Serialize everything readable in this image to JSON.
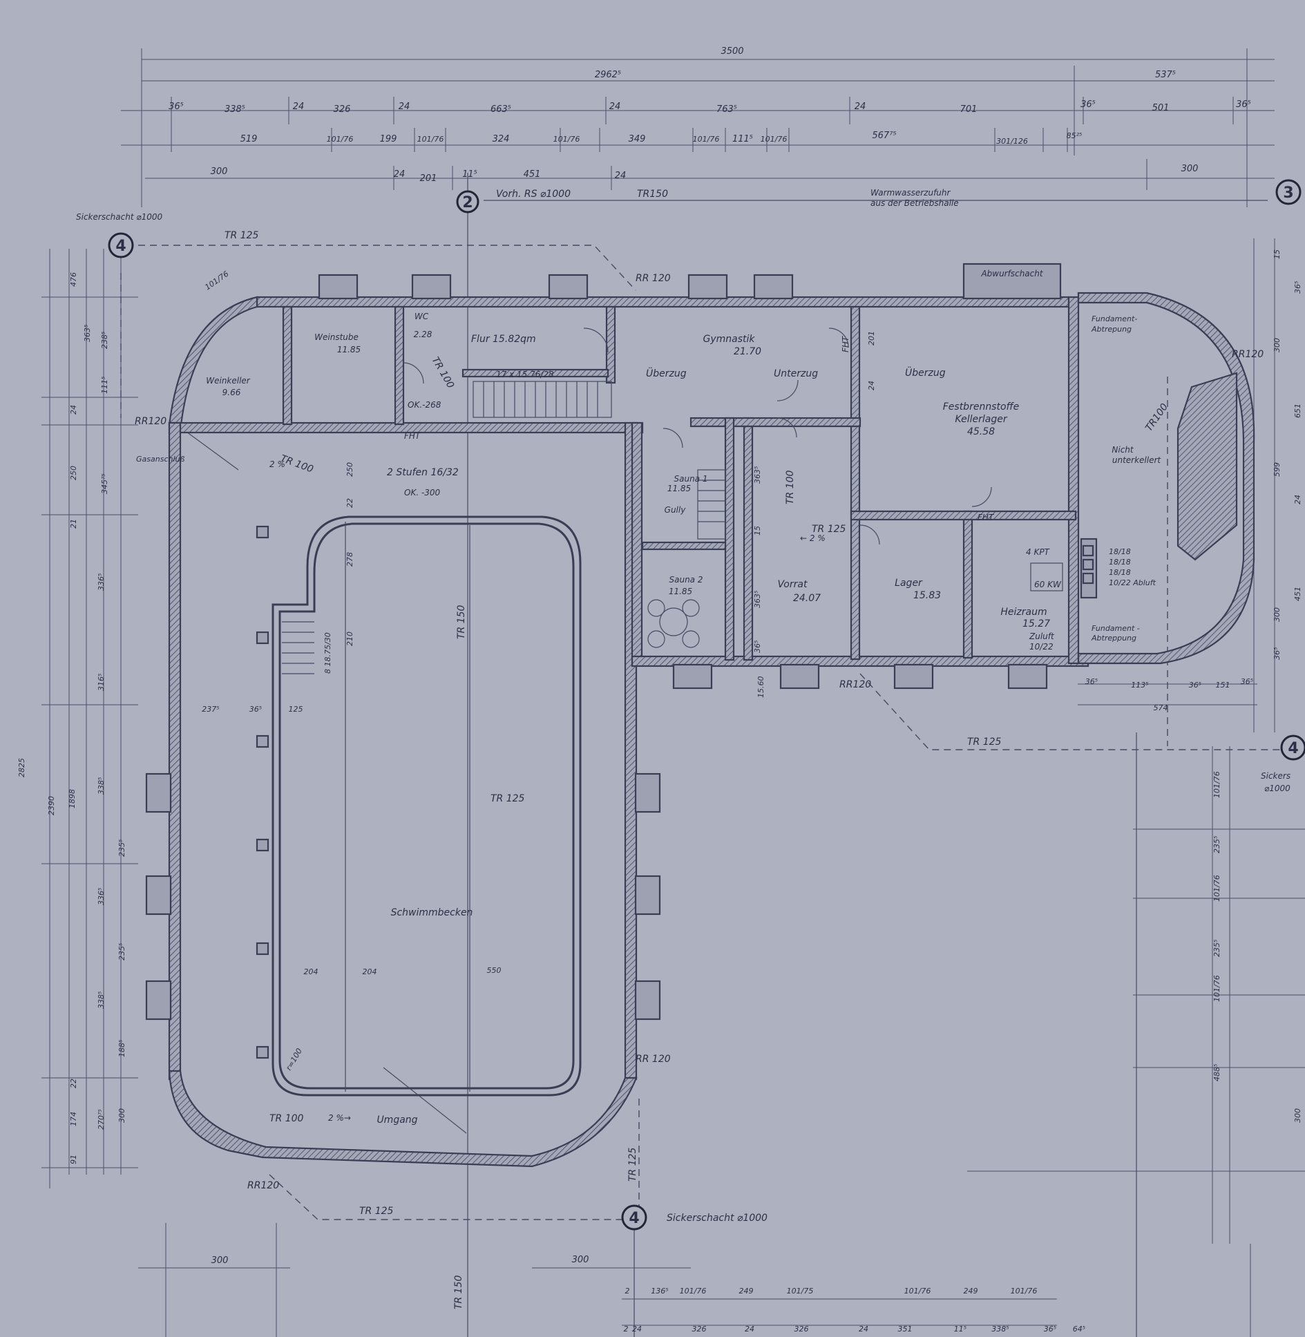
{
  "rooms": {
    "weinstube": "Weinstube",
    "weinstube_area": "11.85",
    "weinkeller": "Weinkeller",
    "weinkeller_area": "9.66",
    "wc": "WC",
    "wc_area": "2.28",
    "flur": "Flur 15.82qm",
    "gymnastik": "Gymnastik",
    "gymnastik_area": "21.70",
    "festbrennstoffe": "Festbrennstoffe",
    "kellerlager": "Kellerlager",
    "kellerlager_area": "45.58",
    "sauna1": "Sauna 1",
    "sauna1_area": "11.85",
    "sauna2": "Sauna 2",
    "sauna2_area": "11.85",
    "gully": "Gully",
    "vorrat": "Vorrat",
    "vorrat_area": "24.07",
    "lager": "Lager",
    "lager_area": "15.83",
    "heizraum": "Heizraum",
    "heizraum_area": "15.27",
    "schwimmbecken": "Schwimmbecken",
    "umgang": "Umgang",
    "abwurfschacht": "Abwurfschacht",
    "nicht_unterkellert_1": "Nicht",
    "nicht_unterkellert_2": "unterkellert"
  },
  "annotations": {
    "ueberzug": "Überzug",
    "unterzug": "Unterzug",
    "warmwasser_1": "Warmwasserzufuhr",
    "warmwasser_2": "aus der Betriebshalle",
    "fundament_1": "Fundament-",
    "fundament_2": "Abtrepung",
    "fundament_3": "Fundament -",
    "fundament_4": "Abtreppung",
    "gasanschluss": "Gasanschluß",
    "stufen": "2 Stufen 16/32",
    "ok300": "OK. -300",
    "ok268": "OK.-268",
    "fht": "FHT",
    "vorh_rs": "Vorh. RS ⌀1000",
    "sickerschacht_top": "Sickerschacht ⌀1000",
    "sickerschacht_bottom": "Sickerschacht ⌀1000",
    "sickerschacht_right_1": "Sickers",
    "sickerschacht_right_2": "⌀1000",
    "stairs": "17 x 15.76/28",
    "pool_stairs": "8 18.75/30",
    "kpt": "4 KPT",
    "kw": "60 KW",
    "flues_1": "18/18",
    "flues_2": "18/18",
    "flues_3": "18/18",
    "abluft": "10/22 Abluft",
    "zuluft": "Zuluft",
    "zuluft_size": "10/22",
    "window_101_76": "101/76",
    "slope_2": "2 %",
    "slope_2b": "← 2 %",
    "slope_umgang": "2 %→",
    "r100": "r=100"
  },
  "pipes": {
    "tr125_a": "TR 125",
    "tr125_b": "TR 125",
    "tr125_c": "TR 125",
    "tr125_d": "TR 125",
    "tr125_e": "TR 125",
    "tr125_f": "TR 125",
    "tr150_a": "TR150",
    "tr150_b": "TR 150",
    "tr150_c": "TR 150",
    "tr100_a": "TR 100",
    "tr100_b": "TR 100",
    "tr100_c": "TR 100",
    "tr100_d": "TR 100",
    "tr100_e": "TR100",
    "rr120_a": "RR 120",
    "rr120_b": "RR120",
    "rr120_c": "RR120",
    "rr120_d": "RR120",
    "rr120_e": "RR 120",
    "rr120_f": "RR120"
  },
  "grid_markers": {
    "m2": "2",
    "m3": "3",
    "m4_top": "4",
    "m4_bottom": "4",
    "m4_right": "4"
  },
  "dimensions": {
    "top_total": "3500",
    "top_2962": "2962⁵",
    "top_537": "537⁵",
    "top_row": [
      "36⁵",
      "338⁵",
      "24",
      "326",
      "24",
      "663⁵",
      "24",
      "763⁵",
      "24",
      "701",
      "36⁵",
      "501",
      "36⁵"
    ],
    "sub_row": [
      "519",
      "101/76",
      "199",
      "101/76",
      "324",
      "101/76",
      "349",
      "101/76",
      "111⁵",
      "101/76",
      "567⁷⁵",
      "301/126",
      "85²⁵"
    ],
    "third_row": [
      "300",
      "24",
      "201",
      "11⁵",
      "451",
      "24",
      "300"
    ],
    "left_col": [
      "476",
      "363⁵",
      "238⁵",
      "111⁵",
      "24",
      "250",
      "345⁷⁵",
      "21",
      "336⁵",
      "316⁵",
      "338⁵",
      "235⁵",
      "336⁵",
      "235⁵",
      "338⁵",
      "188⁵",
      "22",
      "174",
      "270⁷⁵",
      "300",
      "91"
    ],
    "left_totals": [
      "2825",
      "2390",
      "1898"
    ],
    "right_col": [
      "15",
      "36⁵",
      "300",
      "651",
      "599",
      "24",
      "451",
      "300",
      "36⁵"
    ],
    "right_lower": [
      "101/76",
      "235⁵",
      "101/76",
      "235⁵",
      "101/76",
      "488⁵",
      "300"
    ],
    "bottom_right": [
      "36⁵",
      "113⁵",
      "36⁵",
      "151",
      "36⁵",
      "574"
    ],
    "interior": [
      "250",
      "22",
      "278",
      "210",
      "237⁵",
      "36⁵",
      "125",
      "201",
      "24",
      "363⁵",
      "15",
      "363⁵",
      "36⁵",
      "15.60"
    ],
    "pool_row": [
      "204",
      "204",
      "550"
    ],
    "bottom_300": "300",
    "bottom_300b": "300",
    "bottom_row1": [
      "2",
      "136⁵",
      "101/76",
      "249",
      "101/75",
      "101/76",
      "249",
      "101/76"
    ],
    "bottom_row2": [
      "2",
      "24",
      "326",
      "24",
      "326",
      "24",
      "351",
      "11⁵",
      "338⁵",
      "36⁵",
      "64⁵"
    ]
  }
}
